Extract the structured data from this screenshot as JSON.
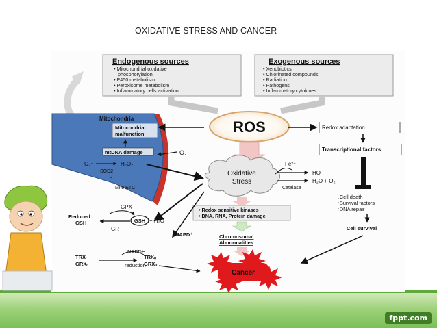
{
  "title": "OXIDATIVE STRESS AND CANCER",
  "endogenous": {
    "heading": "Endogenous sources",
    "items": [
      "• Mitochondrial oxidative",
      "phosphorylation",
      "• P450 metabolism",
      "• Peroxisome metabolism",
      "• Inflammatory cells activation"
    ]
  },
  "exogenous": {
    "heading": "Exogenous sources",
    "items": [
      "• Xenobiotics",
      "• Chlorinated compounds",
      "• Radiation",
      "• Pathogens",
      "• Inflammatory cytokines"
    ]
  },
  "ros_label": "ROS",
  "oxidative_label_1": "Oxidative",
  "oxidative_label_2": "Stress",
  "mito": {
    "mitochondria": "Mitochondria",
    "malfunction_1": "Mitocondrial",
    "malfunction_2": "malfunction",
    "mtdna": "mtDNA damage",
    "o2_minus": "O₂⁻",
    "h2o2": "H₂O₂",
    "sod2": "SOD2",
    "e": "e",
    "mito_etc": "Mito ETC",
    "o2": "O₂"
  },
  "right": {
    "redox": "Redox adaptation",
    "transcription": "Transcriptional factors",
    "cell_death": "↓Cell death",
    "survival": "↑Survival factors",
    "dna_repair": "↑DNA repair",
    "cell_survival": "Cell survival"
  },
  "fenton": {
    "fe": "Fe²⁺",
    "ho": "HO·",
    "h2o_o2": "H₂O + O₂",
    "catalase": "Catalase"
  },
  "damage": {
    "line1": "• Redox sensitive kinases",
    "line2": "• DNA, RNA, Protein damage"
  },
  "chromosomal_1": "Chromosomal",
  "chromosomal_2": "Abnormalities",
  "cancer": "Cancer",
  "glutathione": {
    "gpx": "GPX",
    "reduced_1": "Reduced",
    "reduced_2": "GSH",
    "gsh": "GSH",
    "plus_h2o": "+ H₂O",
    "gr": "GR",
    "napd": "NAPD⁺",
    "napdh": "NAPDH",
    "reduction": "reduction",
    "trx_left": "TRXᵣ",
    "grx_left": "GRXᵣ",
    "trx_right": "TRXₒ",
    "grx_right": "GRXₒ"
  },
  "watermark": "fppt.com",
  "colors": {
    "mito_blue": "#4a78b8",
    "mito_red": "#c8342c",
    "cancer_red": "#e0191c",
    "band_green": "#7cbf57"
  }
}
